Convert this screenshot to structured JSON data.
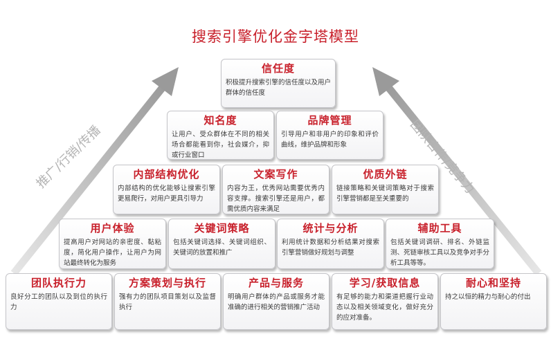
{
  "title": "搜索引擎优化金字塔模型",
  "side_labels": {
    "left": "推广/行销/传播",
    "right": "团队合作/竞争力"
  },
  "pyramid": {
    "level_1": [
      {
        "title": "信任度",
        "desc": "积极提升搜索引擎的信任度以及用户群体的信任度"
      }
    ],
    "level_2": [
      {
        "title": "知名度",
        "desc": "让用户、受众群体在不同的相关场合都能看到你，社会媒介，抑或行业窗口"
      },
      {
        "title": "品牌管理",
        "desc": "引导用户和非用户的印象和评价曲线，维护品牌和形象"
      }
    ],
    "level_3": [
      {
        "title": "内部结构优化",
        "desc": "内部结构的优化能够让搜索引擎更易爬行，对用户更具引导力"
      },
      {
        "title": "文案写作",
        "desc": "内容为王，优秀网站需要优秀内容支撑。搜索引擎还是用户，都需优质内容来满足"
      },
      {
        "title": "优质外链",
        "desc": "链接策略和关键词策略对于搜索引擎营销都是至关重要的"
      }
    ],
    "level_4": [
      {
        "title": "用户体验",
        "desc": "提高用户对网站的亲密度、黏粘度，简化用户操作，让用户为网站最终转化为服务"
      },
      {
        "title": "关键词策略",
        "desc": "包括关键词选择、关键词组织、关键词的放置和推广"
      },
      {
        "title": "统计与分析",
        "desc": "利用统计数据和分析结果对搜索引擎营销做好规划与调整"
      },
      {
        "title": "辅助工具",
        "desc": "包括关键词调研、排名、外链监测、死链审核工具以及竞争对手分析工具等等。"
      }
    ],
    "level_5": [
      {
        "title": "团队执行力",
        "desc": "良好分工的团队以及到位的执行力"
      },
      {
        "title": "方案策划与执行",
        "desc": "强有力的团队项目策划以及监督执行"
      },
      {
        "title": "产品与服务",
        "desc": "明确用户群体的产品或服务才能准确的进行相关的营销推广活动"
      },
      {
        "title": "学习/获取信息",
        "desc": "有足够的能力和渠道把握行业动态以及相关领域变化，做好充分的应对准备。"
      },
      {
        "title": "耐心和坚持",
        "desc": "持之以恒的精力与耐心的付出"
      }
    ]
  }
}
